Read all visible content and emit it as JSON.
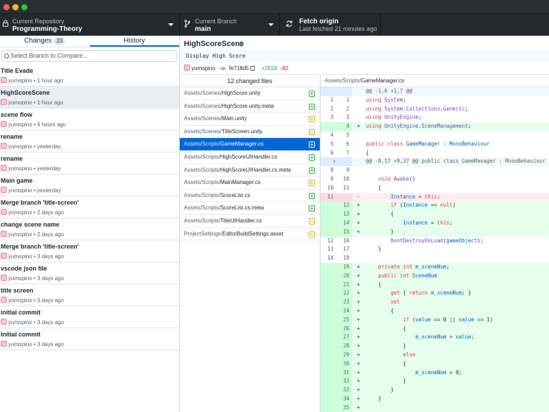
{
  "toolbar": {
    "repo_label": "Current Repository",
    "repo_name": "Programming-Theory",
    "branch_label": "Current Branch",
    "branch_name": "main",
    "fetch_label": "Fetch origin",
    "fetch_status": "Last fetched 21 minutes ago"
  },
  "sidebar": {
    "tab_changes": "Changes",
    "tab_changes_count": "23",
    "tab_history": "History",
    "compare_placeholder": "Select Branch to Compare...",
    "commits": [
      {
        "summary": "Title Evade",
        "author": "yumopino",
        "time": "1 hour ago"
      },
      {
        "summary": "HighScoreScene",
        "author": "yumopino",
        "time": "1 hour ago"
      },
      {
        "summary": "scene flow",
        "author": "yumopino",
        "time": "4 hours ago"
      },
      {
        "summary": "rename",
        "author": "yumopino",
        "time": "yesterday"
      },
      {
        "summary": "rename",
        "author": "yumopino",
        "time": "yesterday"
      },
      {
        "summary": "Main game",
        "author": "yumopino",
        "time": "yesterday"
      },
      {
        "summary": "Merge branch 'title-screen'",
        "author": "yumopino",
        "time": "2 days ago"
      },
      {
        "summary": "change scene name",
        "author": "yumopino",
        "time": "2 days ago"
      },
      {
        "summary": "Merge branch 'title-screen'",
        "author": "yumopino",
        "time": "3 days ago"
      },
      {
        "summary": "vscode json file",
        "author": "yumopino",
        "time": "3 days ago"
      },
      {
        "summary": "title screen",
        "author": "yumopino",
        "time": "3 days ago"
      },
      {
        "summary": "initial commit",
        "author": "yumopino",
        "time": "3 days ago"
      },
      {
        "summary": "Initial commit",
        "author": "yumopino",
        "time": "3 days ago"
      }
    ]
  },
  "commit": {
    "title": "HighScoreScene",
    "description": "Display High Score",
    "author": "yumopino",
    "sha": "fe718d5",
    "additions": "+2618",
    "deletions": "-82"
  },
  "files": {
    "header": "12 changed files",
    "items": [
      {
        "dir": "Assets/Scenes/",
        "name": "HighScore.unity",
        "status": "added"
      },
      {
        "dir": "Assets/Scenes/",
        "name": "HighScore.unity.meta",
        "status": "added"
      },
      {
        "dir": "Assets/Scenes/",
        "name": "Main.unity",
        "status": "modified"
      },
      {
        "dir": "Assets/Scenes/",
        "name": "TitleScreen.unity",
        "status": "modified"
      },
      {
        "dir": "Assets/Scripts/",
        "name": "GameManager.cs",
        "status": "added"
      },
      {
        "dir": "Assets/Scripts/",
        "name": "HighScoreUIHandler.cs",
        "status": "added"
      },
      {
        "dir": "Assets/Scripts/",
        "name": "HighScoreUIHandler.cs.meta",
        "status": "added"
      },
      {
        "dir": "Assets/Scripts/",
        "name": "MainManager.cs",
        "status": "modified"
      },
      {
        "dir": "Assets/Scripts/",
        "name": "ScoreList.cs",
        "status": "added"
      },
      {
        "dir": "Assets/Scripts/",
        "name": "ScoreList.cs.meta",
        "status": "added"
      },
      {
        "dir": "Assets/Scripts/",
        "name": "TitleUIHandler.cs",
        "status": "modified"
      },
      {
        "dir": "ProjectSettings/",
        "name": "EditorBuildSettings.asset",
        "status": "modified"
      }
    ]
  },
  "diff": {
    "path_dir": "Assets/Scripts/",
    "path_name": "GameManager.cs",
    "lines": [
      {
        "t": "hunk",
        "old": "",
        "new": "",
        "code": "@@ -1,6 +1,7 @@"
      },
      {
        "t": "ctx",
        "old": "1",
        "new": "1",
        "code": "using System;"
      },
      {
        "t": "ctx",
        "old": "2",
        "new": "2",
        "code": "using System.Collections.Generic;"
      },
      {
        "t": "ctx",
        "old": "3",
        "new": "3",
        "code": "using UnityEngine;"
      },
      {
        "t": "ins",
        "old": "",
        "new": "4",
        "code": "using UnityEngine.SceneManagement;"
      },
      {
        "t": "ctx",
        "old": "4",
        "new": "5",
        "code": ""
      },
      {
        "t": "ctx",
        "old": "5",
        "new": "6",
        "code": "public class GameManager : MonoBehaviour"
      },
      {
        "t": "ctx",
        "old": "6",
        "new": "7",
        "code": "{"
      },
      {
        "t": "hunk",
        "old": "",
        "new": "",
        "code": "@@ -8,17 +9,37 @@ public class GameManager : MonoBehaviour"
      },
      {
        "t": "ctx",
        "old": "8",
        "new": "9",
        "code": ""
      },
      {
        "t": "ctx",
        "old": "9",
        "new": "10",
        "code": "    void Awake()"
      },
      {
        "t": "ctx",
        "old": "10",
        "new": "11",
        "code": "    {"
      },
      {
        "t": "rem",
        "old": "11",
        "new": "",
        "code": "        Instance = this;"
      },
      {
        "t": "ins",
        "old": "",
        "new": "12",
        "code": "        if (Instance == null)"
      },
      {
        "t": "ins",
        "old": "",
        "new": "13",
        "code": "        {"
      },
      {
        "t": "ins",
        "old": "",
        "new": "14",
        "code": "            Instance = this;"
      },
      {
        "t": "ins",
        "old": "",
        "new": "15",
        "code": "        }"
      },
      {
        "t": "ctx",
        "old": "12",
        "new": "16",
        "code": "        DontDestroyOnLoad(gameObject);"
      },
      {
        "t": "ctx",
        "old": "13",
        "new": "17",
        "code": "    }"
      },
      {
        "t": "ctx",
        "old": "14",
        "new": "18",
        "code": ""
      },
      {
        "t": "ins",
        "old": "",
        "new": "19",
        "code": "    private int m_sceneNum;"
      },
      {
        "t": "ins",
        "old": "",
        "new": "20",
        "code": "    public int SceneNum"
      },
      {
        "t": "ins",
        "old": "",
        "new": "21",
        "code": "    {"
      },
      {
        "t": "ins",
        "old": "",
        "new": "22",
        "code": "        get { return m_sceneNum; }"
      },
      {
        "t": "ins",
        "old": "",
        "new": "23",
        "code": "        set"
      },
      {
        "t": "ins",
        "old": "",
        "new": "24",
        "code": "        {"
      },
      {
        "t": "ins",
        "old": "",
        "new": "25",
        "code": "            if (value == 0 || value == 1)"
      },
      {
        "t": "ins",
        "old": "",
        "new": "26",
        "code": "            {"
      },
      {
        "t": "ins",
        "old": "",
        "new": "27",
        "code": "                m_sceneNum = value;"
      },
      {
        "t": "ins",
        "old": "",
        "new": "28",
        "code": "            }"
      },
      {
        "t": "ins",
        "old": "",
        "new": "29",
        "code": "            else"
      },
      {
        "t": "ins",
        "old": "",
        "new": "30",
        "code": "            {"
      },
      {
        "t": "ins",
        "old": "",
        "new": "31",
        "code": "                m_sceneNum = 0;"
      },
      {
        "t": "ins",
        "old": "",
        "new": "32",
        "code": "            }"
      },
      {
        "t": "ins",
        "old": "",
        "new": "33",
        "code": "        }"
      },
      {
        "t": "ins",
        "old": "",
        "new": "34",
        "code": "    }"
      },
      {
        "t": "ins",
        "old": "",
        "new": "35",
        "code": ""
      }
    ]
  }
}
